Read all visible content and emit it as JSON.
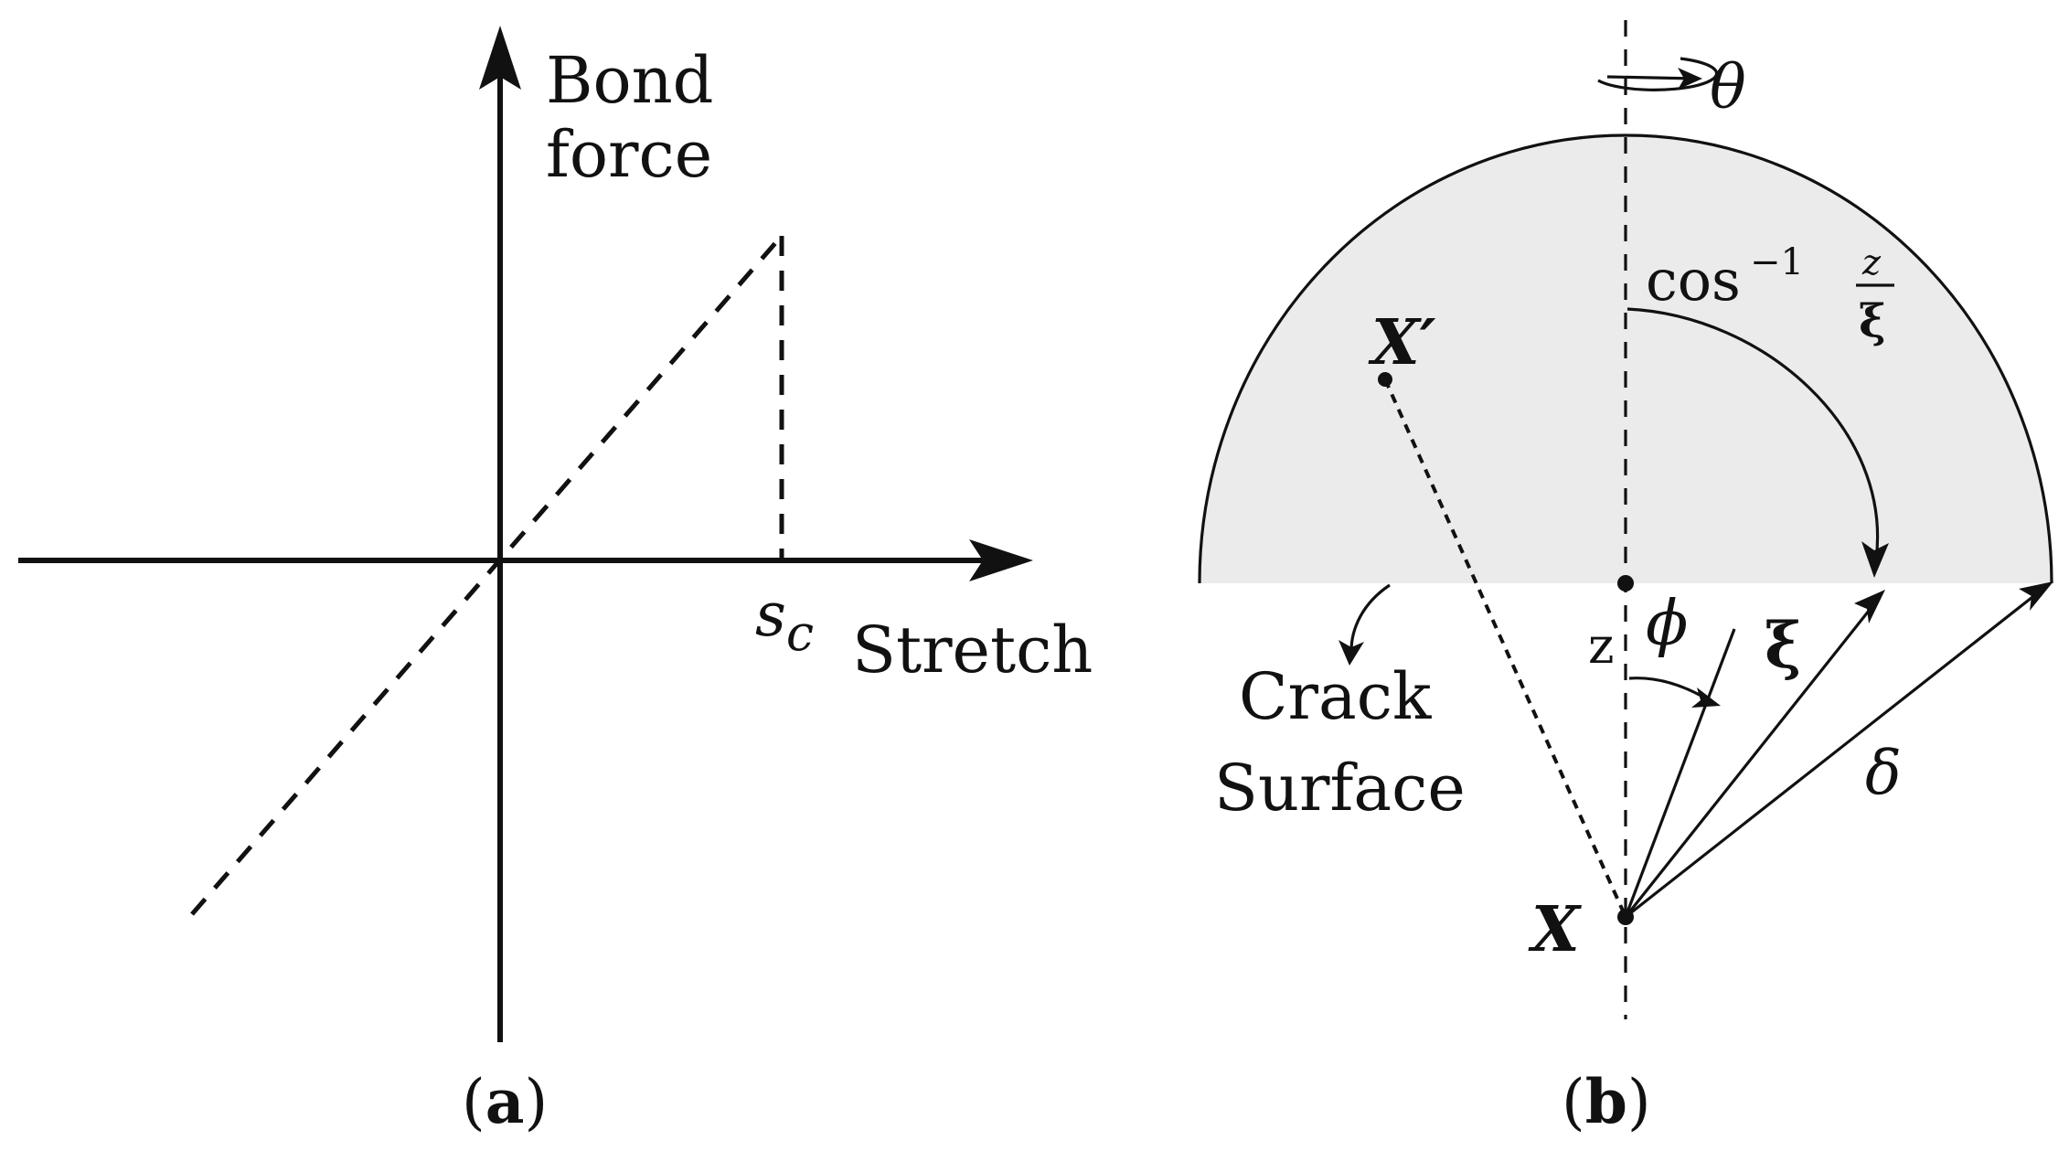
{
  "panel_a": {
    "y_axis_label_line1": "Bond",
    "y_axis_label_line2": "force",
    "x_axis_label": "Stretch",
    "critical_stretch_symbol": "s",
    "critical_stretch_subscript": "c",
    "caption_open": "(",
    "caption_letter": "a",
    "caption_close": ")"
  },
  "panel_b": {
    "rotation_label": "θ",
    "arc_label_func": "cos",
    "arc_label_sup": "−1",
    "arc_label_num": "z",
    "arc_label_den": "ξ",
    "point_x_prime": "X′",
    "point_x": "X",
    "z_label": "z",
    "phi_label": "ϕ",
    "xi_label": "ξ",
    "delta_label": "δ",
    "crack_label_line1": "Crack",
    "crack_label_line2": "Surface",
    "caption_open": "(",
    "caption_letter": "b",
    "caption_close": ")"
  },
  "colors": {
    "ink": "#111111",
    "hemisphere_fill": "#ebebeb",
    "background": "#ffffff"
  }
}
